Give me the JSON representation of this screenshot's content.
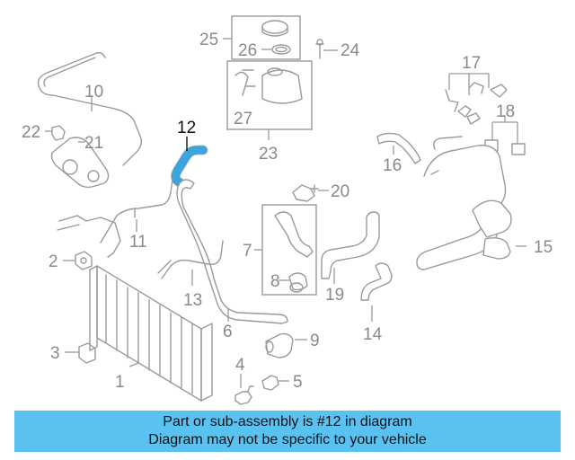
{
  "diagram": {
    "highlighted_part": "12",
    "highlight_color": "#3aa6dd",
    "part_color": "#9a9a9a",
    "labels": [
      "1",
      "2",
      "3",
      "4",
      "5",
      "6",
      "7",
      "8",
      "9",
      "10",
      "11",
      "12",
      "13",
      "14",
      "15",
      "16",
      "17",
      "18",
      "19",
      "20",
      "21",
      "22",
      "23",
      "24",
      "25",
      "26",
      "27"
    ]
  },
  "banner": {
    "line1": "Part or sub-assembly is #12 in diagram",
    "line2": "Diagram may not be specific to your vehicle",
    "color": "#59c2f0"
  }
}
